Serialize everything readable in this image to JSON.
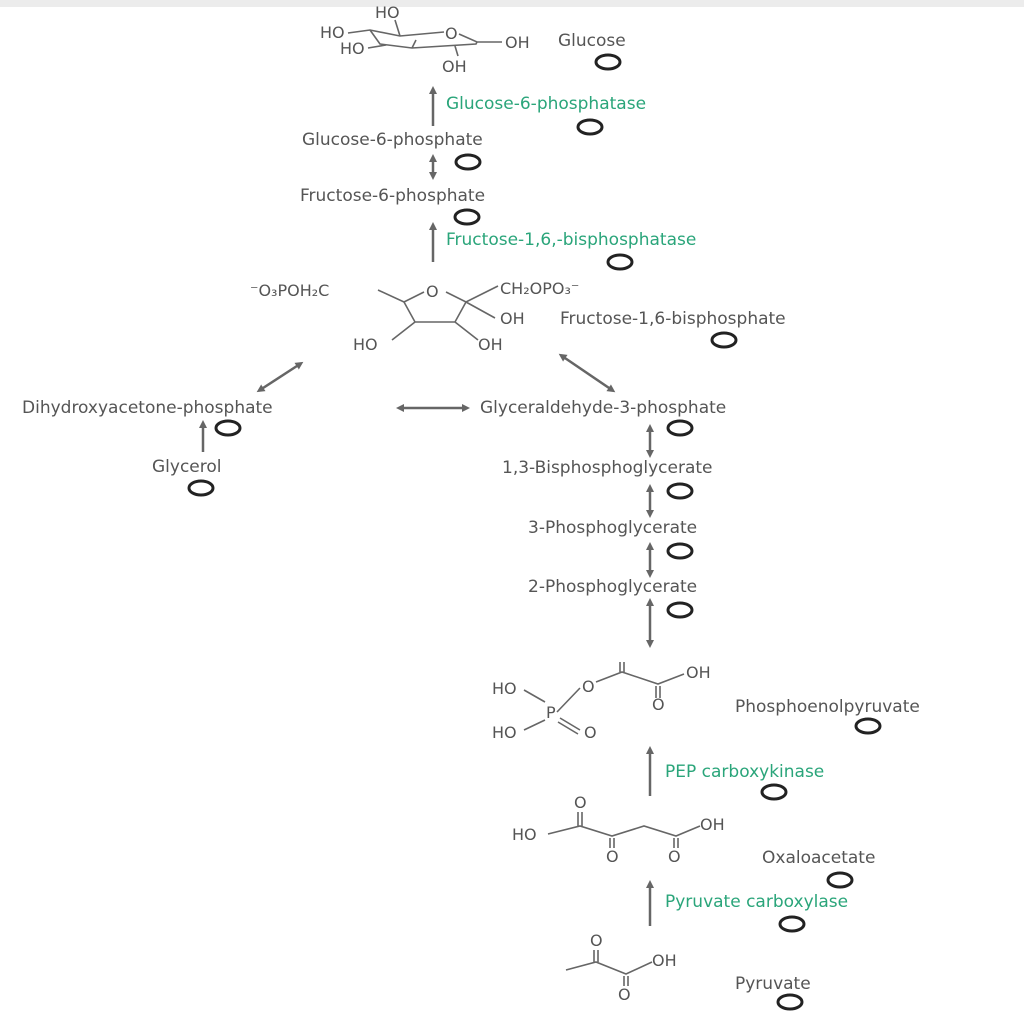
{
  "title_band": "",
  "metabolites": {
    "glucose": "Glucose",
    "g6p": "Glucose-6-phosphate",
    "f6p": "Fructose-6-phosphate",
    "f16bp": "Fructose-1,6-bisphosphate",
    "dhap": "Dihydroxyacetone-phosphate",
    "g3p": "Glyceraldehyde-3-phosphate",
    "glycerol": "Glycerol",
    "bpg13": "1,3-Bisphosphoglycerate",
    "pg3": "3-Phosphoglycerate",
    "pg2": "2-Phosphoglycerate",
    "pep": "Phosphoenolpyruvate",
    "oaa": "Oxaloacetate",
    "pyruvate": "Pyruvate"
  },
  "enzymes": {
    "g6pase": "Glucose-6-phosphatase",
    "fbpase": "Fructose-1,6,-bisphosphatase",
    "pepck": "PEP carboxykinase",
    "pc": "Pyruvate carboxylase"
  },
  "atoms": {
    "ho": "HO",
    "oh": "OH",
    "o": "O",
    "p": "P",
    "f16bp_left": "⁻O₃POH₂C",
    "f16bp_right": "CH₂OPO₃⁻"
  },
  "colors": {
    "enzyme": "#2aa57a",
    "text": "#555555",
    "answer_circle": "#222222"
  },
  "answer_circle_icon": "empty-answer-circle"
}
